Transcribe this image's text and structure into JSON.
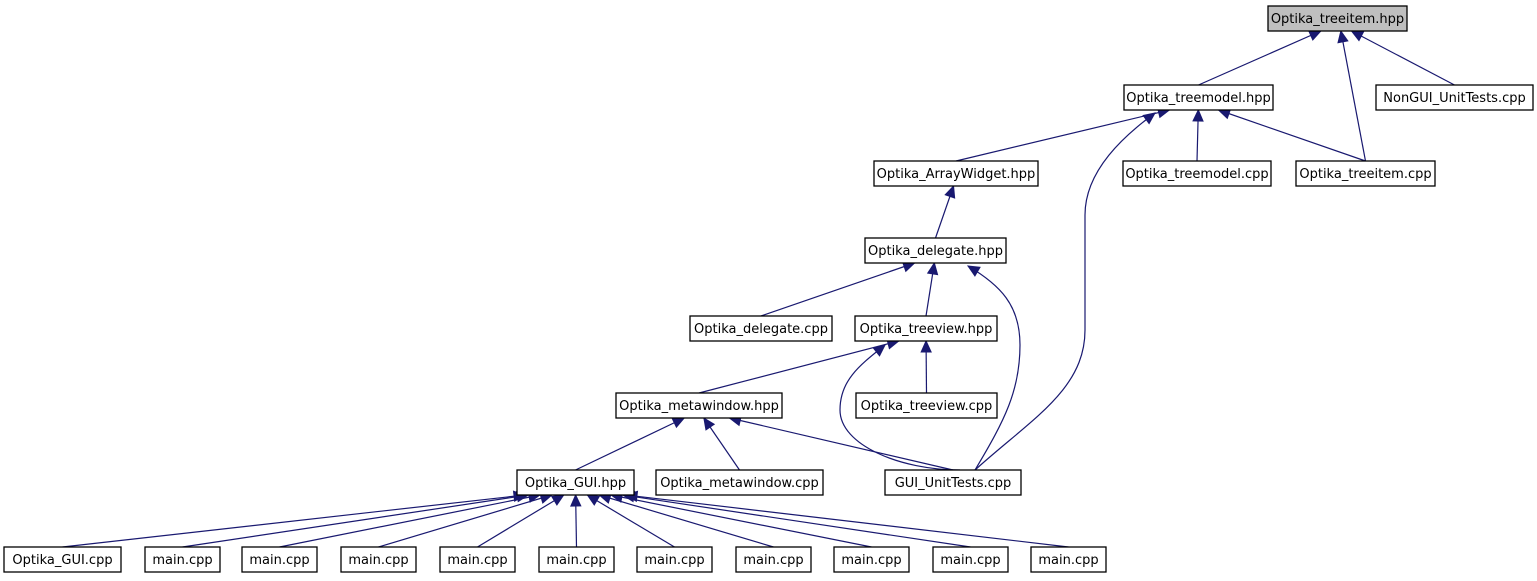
{
  "nodes": [
    {
      "id": "n0",
      "name": "node-optika-treeitem-hpp",
      "label": "Optika_treeitem.hpp",
      "root": true
    },
    {
      "id": "n1",
      "name": "node-optika-treemodel-hpp",
      "label": "Optika_treemodel.hpp"
    },
    {
      "id": "n2",
      "name": "node-nongui-unittests-cpp",
      "label": "NonGUI_UnitTests.cpp"
    },
    {
      "id": "n3",
      "name": "node-optika-arraywidget-hpp",
      "label": "Optika_ArrayWidget.hpp"
    },
    {
      "id": "n4",
      "name": "node-optika-treemodel-cpp",
      "label": "Optika_treemodel.cpp"
    },
    {
      "id": "n5",
      "name": "node-optika-treeitem-cpp",
      "label": "Optika_treeitem.cpp"
    },
    {
      "id": "n6",
      "name": "node-optika-delegate-hpp",
      "label": "Optika_delegate.hpp"
    },
    {
      "id": "n7",
      "name": "node-optika-delegate-cpp",
      "label": "Optika_delegate.cpp"
    },
    {
      "id": "n8",
      "name": "node-optika-treeview-hpp",
      "label": "Optika_treeview.hpp"
    },
    {
      "id": "n9",
      "name": "node-optika-metawindow-hpp",
      "label": "Optika_metawindow.hpp"
    },
    {
      "id": "n10",
      "name": "node-optika-treeview-cpp",
      "label": "Optika_treeview.cpp"
    },
    {
      "id": "n11",
      "name": "node-optika-gui-hpp",
      "label": "Optika_GUI.hpp"
    },
    {
      "id": "n12",
      "name": "node-optika-metawindow-cpp",
      "label": "Optika_metawindow.cpp"
    },
    {
      "id": "n13",
      "name": "node-gui-unittests-cpp",
      "label": "GUI_UnitTests.cpp"
    },
    {
      "id": "n14",
      "name": "node-optika-gui-cpp",
      "label": "Optika_GUI.cpp"
    },
    {
      "id": "n15",
      "name": "node-main-cpp-1",
      "label": "main.cpp"
    },
    {
      "id": "n16",
      "name": "node-main-cpp-2",
      "label": "main.cpp"
    },
    {
      "id": "n17",
      "name": "node-main-cpp-3",
      "label": "main.cpp"
    },
    {
      "id": "n18",
      "name": "node-main-cpp-4",
      "label": "main.cpp"
    },
    {
      "id": "n19",
      "name": "node-main-cpp-5",
      "label": "main.cpp"
    },
    {
      "id": "n20",
      "name": "node-main-cpp-6",
      "label": "main.cpp"
    },
    {
      "id": "n21",
      "name": "node-main-cpp-7",
      "label": "main.cpp"
    },
    {
      "id": "n22",
      "name": "node-main-cpp-8",
      "label": "main.cpp"
    },
    {
      "id": "n23",
      "name": "node-main-cpp-9",
      "label": "main.cpp"
    },
    {
      "id": "n24",
      "name": "node-main-cpp-10",
      "label": "main.cpp"
    }
  ],
  "edges": [
    {
      "from": "n1",
      "to": "n0"
    },
    {
      "from": "n5",
      "to": "n0"
    },
    {
      "from": "n2",
      "to": "n0"
    },
    {
      "from": "n3",
      "to": "n1"
    },
    {
      "from": "n4",
      "to": "n1"
    },
    {
      "from": "n5",
      "to": "n1"
    },
    {
      "from": "n13",
      "to": "n1"
    },
    {
      "from": "n6",
      "to": "n3"
    },
    {
      "from": "n7",
      "to": "n6"
    },
    {
      "from": "n8",
      "to": "n6"
    },
    {
      "from": "n13",
      "to": "n6"
    },
    {
      "from": "n9",
      "to": "n8"
    },
    {
      "from": "n10",
      "to": "n8"
    },
    {
      "from": "n13",
      "to": "n8"
    },
    {
      "from": "n11",
      "to": "n9"
    },
    {
      "from": "n12",
      "to": "n9"
    },
    {
      "from": "n13",
      "to": "n9"
    },
    {
      "from": "n14",
      "to": "n11"
    },
    {
      "from": "n15",
      "to": "n11"
    },
    {
      "from": "n16",
      "to": "n11"
    },
    {
      "from": "n17",
      "to": "n11"
    },
    {
      "from": "n18",
      "to": "n11"
    },
    {
      "from": "n19",
      "to": "n11"
    },
    {
      "from": "n20",
      "to": "n11"
    },
    {
      "from": "n21",
      "to": "n11"
    },
    {
      "from": "n22",
      "to": "n11"
    },
    {
      "from": "n23",
      "to": "n11"
    },
    {
      "from": "n24",
      "to": "n11"
    }
  ],
  "colors": {
    "edge": "#191970",
    "root_fill": "#bfbfbf",
    "node_fill": "#ffffff",
    "node_stroke": "#000000"
  }
}
